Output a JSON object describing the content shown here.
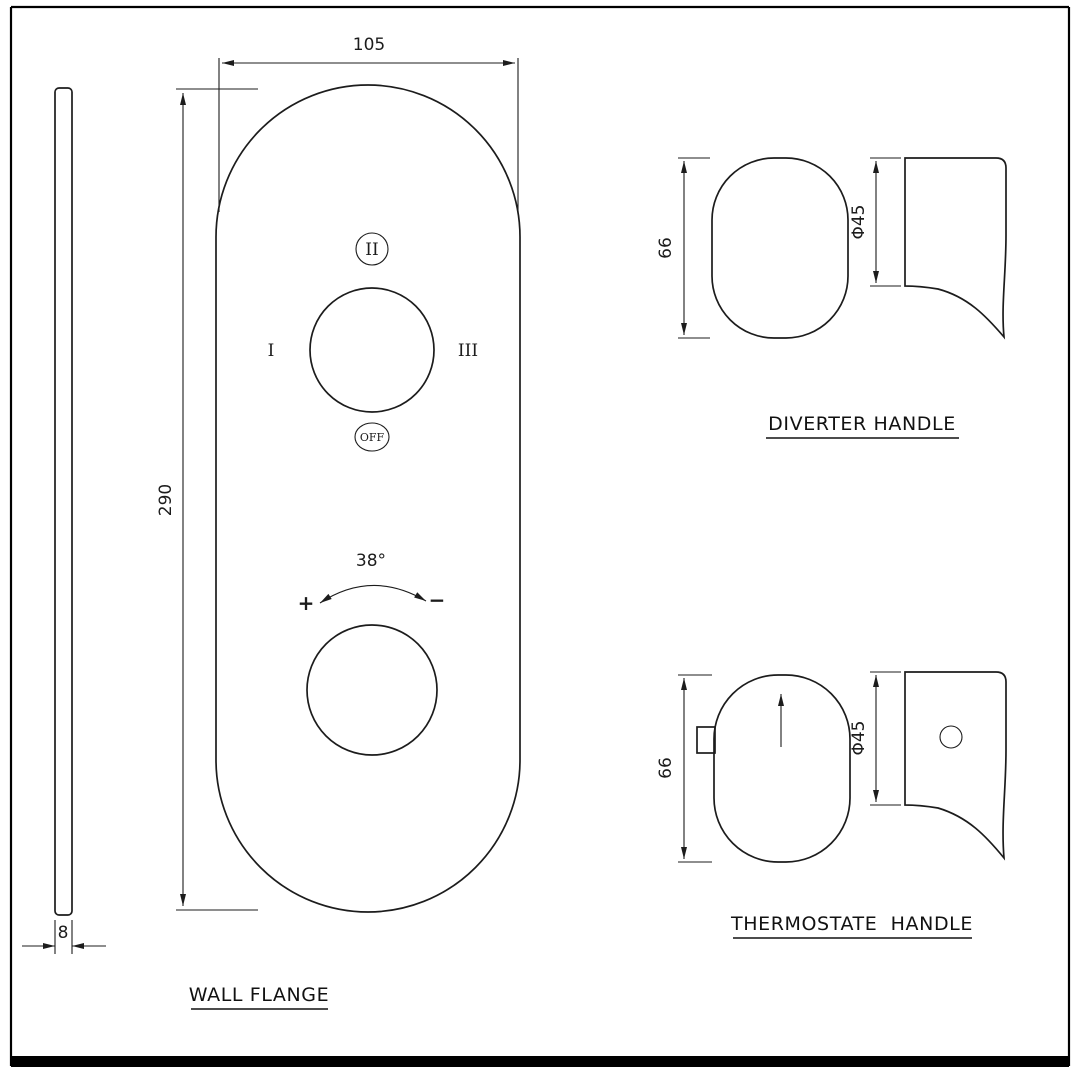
{
  "wall_flange": {
    "label": "WALL FLANGE",
    "dim_width": "105",
    "dim_height": "290",
    "dim_thickness": "8",
    "marks": {
      "top": "II",
      "left": "I",
      "right": "III",
      "off": "OFF"
    },
    "thermo": {
      "angle": "38°",
      "plus": "+",
      "minus": "−"
    }
  },
  "diverter_handle": {
    "label": "DIVERTER HANDLE",
    "dim_height": "66",
    "dim_diameter": "Φ45"
  },
  "thermostate_handle": {
    "label": "THERMOSTATE  HANDLE",
    "dim_height": "66",
    "dim_diameter": "Φ45"
  }
}
